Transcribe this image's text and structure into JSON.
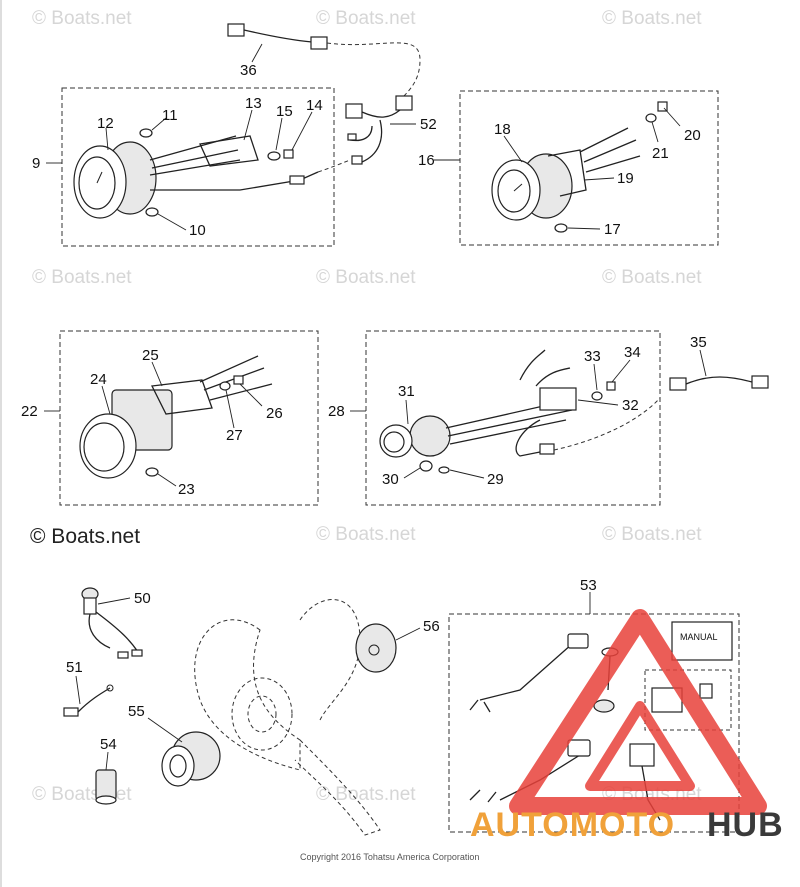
{
  "watermark_text": "© Boats.net",
  "copyright": "Copyright 2016 Tohatsu America Corporation",
  "manual_label": "MANUAL",
  "brand": {
    "part1": "AUTOMOTO",
    "part2": "HUB",
    "color_primary": "#e8413a",
    "color_secondary": "#f0a13a",
    "color_dark": "#3a3a3a"
  },
  "labels": {
    "n9": "9",
    "n10": "10",
    "n11": "11",
    "n12": "12",
    "n13": "13",
    "n14": "14",
    "n15": "15",
    "n16": "16",
    "n17": "17",
    "n18": "18",
    "n19": "19",
    "n20": "20",
    "n21": "21",
    "n22": "22",
    "n23": "23",
    "n24": "24",
    "n25": "25",
    "n26": "26",
    "n27": "27",
    "n28": "28",
    "n29": "29",
    "n30": "30",
    "n31": "31",
    "n32": "32",
    "n33": "33",
    "n34": "34",
    "n35": "35",
    "n36": "36",
    "n50": "50",
    "n51": "51",
    "n52": "52",
    "n53": "53",
    "n54": "54",
    "n55": "55",
    "n56": "56"
  }
}
